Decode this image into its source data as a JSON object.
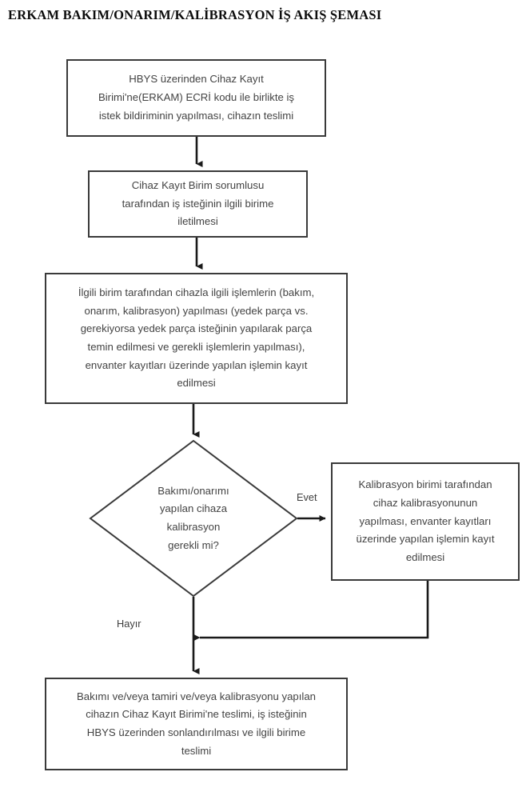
{
  "title": "ERKAM BAKIM/ONARIM/KALİBRASYON İŞ AKIŞ ŞEMASI",
  "colors": {
    "node_border": "#3a3a3a",
    "node_fill": "#ffffff",
    "text": "#434343",
    "connector": "#1a1a1a",
    "page_background": "#ffffff"
  },
  "chart_data": {
    "type": "diagram",
    "diagram_kind": "flowchart",
    "orientation": "top-to-bottom",
    "title": "ERKAM BAKIM/ONARIM/KALİBRASYON İŞ AKIŞ ŞEMASI",
    "nodes": [
      {
        "id": "request",
        "shape": "rectangle",
        "text": "HBYS üzerinden Cihaz Kayıt\nBirimi'ne(ERKAM) ECRİ kodu ile birlikte iş\nistek bildiriminin yapılması, cihazın teslimi"
      },
      {
        "id": "forward",
        "shape": "rectangle",
        "text": "Cihaz Kayıt Birim sorumlusu\ntarafından iş isteğinin ilgili birime\niletilmesi"
      },
      {
        "id": "process",
        "shape": "rectangle",
        "text": "İlgili birim tarafından cihazla ilgili işlemlerin (bakım,\nonarım, kalibrasyon) yapılması (yedek parça vs.\ngerekiyorsa yedek parça isteğinin yapılarak parça\ntemin edilmesi ve gerekli işlemlerin yapılması),\nenvanter kayıtları üzerinde yapılan işlemin kayıt\nedilmesi"
      },
      {
        "id": "decision",
        "shape": "diamond",
        "text": "Bakımı/onarımı\nyapılan cihaza\nkalibrasyon\ngerekli mi?"
      },
      {
        "id": "calibration",
        "shape": "rectangle",
        "text": "Kalibrasyon birimi tarafından\ncihaz kalibrasyonunun\nyapılması, envanter kayıtları\nüzerinde yapılan işlemin kayıt\nedilmesi"
      },
      {
        "id": "deliver",
        "shape": "rectangle",
        "text": "Bakımı ve/veya tamiri ve/veya kalibrasyonu yapılan\ncihazın Cihaz Kayıt Birimi'ne teslimi, iş isteğinin\nHBYS üzerinden sonlandırılması ve ilgili birime\nteslimi"
      }
    ],
    "edges": [
      {
        "from": "request",
        "to": "forward",
        "label": ""
      },
      {
        "from": "forward",
        "to": "process",
        "label": ""
      },
      {
        "from": "process",
        "to": "decision",
        "label": ""
      },
      {
        "from": "decision",
        "to": "calibration",
        "label": "Evet"
      },
      {
        "from": "decision",
        "to": "deliver",
        "label": "Hayır"
      },
      {
        "from": "calibration",
        "to": "deliver",
        "label": ""
      }
    ],
    "edge_labels": {
      "yes": "Evet",
      "no": "Hayır"
    }
  }
}
